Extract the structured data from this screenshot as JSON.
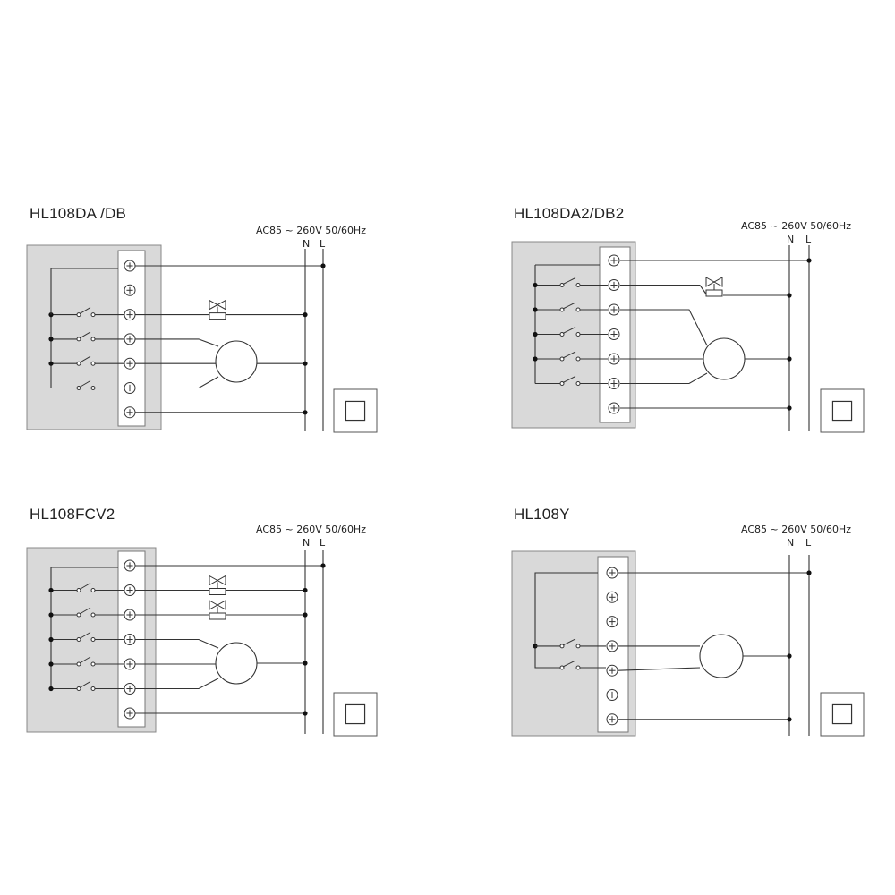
{
  "panels": [
    {
      "title": "HL108DA /DB",
      "supply": "AC85 ~ 260V  50/60Hz",
      "neutral": "N",
      "live": "L"
    },
    {
      "title": "HL108DA2/DB2",
      "supply": "AC85 ~ 260V  50/60Hz",
      "neutral": "N",
      "live": "L"
    },
    {
      "title": "HL108FCV2",
      "supply": "AC85 ~ 260V  50/60Hz",
      "neutral": "N",
      "live": "L"
    },
    {
      "title": "HL108Y",
      "supply": "AC85 ~ 260V  50/60Hz",
      "neutral": "N",
      "live": "L"
    }
  ],
  "colors": {
    "box_fill": "#d9d9d9",
    "line": "#333333",
    "terminal_fill": "#ffffff"
  },
  "icons": [
    "screw-terminal-icon",
    "switch-contact-icon",
    "valve-icon",
    "fan-motor-icon",
    "thermostat-panel-icon"
  ]
}
